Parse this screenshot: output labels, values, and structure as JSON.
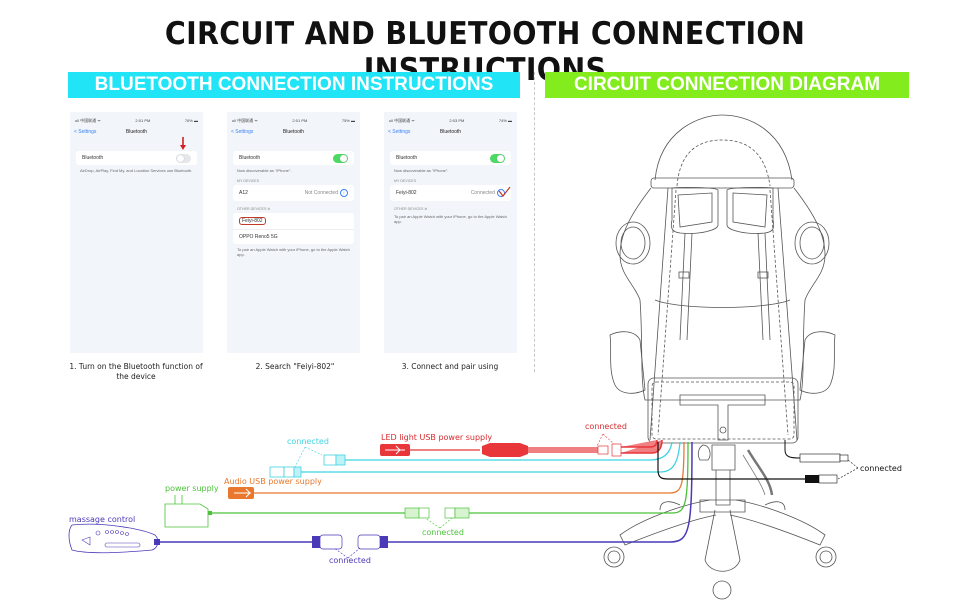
{
  "title": "CIRCUIT AND BLUETOOTH CONNECTION INSTRUCTIONS",
  "banners": {
    "bluetooth": "BLUETOOTH CONNECTION INSTRUCTIONS",
    "circuit": "CIRCUIT CONNECTION DIAGRAM",
    "bluetooth_color": "#22e4f7",
    "circuit_color": "#83ec1d"
  },
  "phones": [
    {
      "status": {
        "carrier": "ull 中国联通 ᯤ",
        "time": "2:01 PM",
        "battery": "76% ▬"
      },
      "back": "< Settings",
      "title": "Bluetooth",
      "bluetooth_label": "Bluetooth",
      "toggle_on": false,
      "note": "AirDrop, AirPlay, Find My, and Location Services use Bluetooth.",
      "caption": "1. Turn on the Bluetooth function of the device"
    },
    {
      "status": {
        "carrier": "ull 中国联通 ᯤ",
        "time": "2:01 PM",
        "battery": "75% ▬"
      },
      "back": "< Settings",
      "title": "Bluetooth",
      "bluetooth_label": "Bluetooth",
      "toggle_on": true,
      "note": "Now discoverable as \"iPhone\".",
      "my_devices_header": "MY DEVICES",
      "my_devices": [
        {
          "name": "A12",
          "status": "Not Connected"
        }
      ],
      "other_devices_header": "OTHER DEVICES",
      "other_devices": [
        "Feiyi-802",
        "OPPO Reno5 5G"
      ],
      "footer": "To pair an Apple Watch with your iPhone, go to the Apple Watch app.",
      "caption": "2. Search \"Feiyi-802\""
    },
    {
      "status": {
        "carrier": "ull 中国联通 ᯤ",
        "time": "2:03 PM",
        "battery": "74% ▬"
      },
      "back": "< Settings",
      "title": "Bluetooth",
      "bluetooth_label": "Bluetooth",
      "toggle_on": true,
      "note": "Now discoverable as \"iPhone\".",
      "my_devices_header": "MY DEVICES",
      "my_devices": [
        {
          "name": "Feiyi-802",
          "status": "Connected"
        }
      ],
      "other_devices_header": "OTHER DEVICES",
      "footer": "To pair an Apple Watch with your iPhone, go to the Apple Watch app.",
      "caption": "3. Connect and pair using"
    }
  ],
  "diagram": {
    "labels": {
      "connected_cyan": "connected",
      "led_usb": "LED light USB power supply",
      "connected_red": "connected",
      "audio_usb": "Audio USB power supply",
      "power_supply": "power supply",
      "massage_control": "massage control",
      "connected_green": "connected",
      "connected_purple": "connected",
      "connected_black": "connected"
    },
    "colors": {
      "cyan": "#3fd3e0",
      "red": "#e8363a",
      "orange": "#e9782e",
      "green": "#4cc23a",
      "purple": "#4a3ab8",
      "black": "#111111"
    }
  }
}
